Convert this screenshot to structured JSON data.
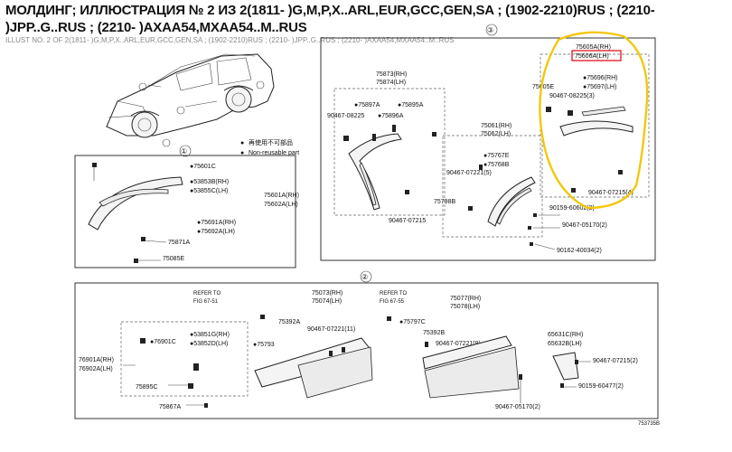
{
  "header": {
    "title": "МОЛДИНГ; ИЛЛЮСТРАЦИЯ № 2 ИЗ 2(1811- )G,M,P,X..ARL,EUR,GCC,GEN,SA ; (1902-2210)RUS ; (2210- )JPP..G..RUS ; (2210- )AXAA54,MXAA54..M..RUS",
    "subtitle": "ILLUST NO. 2 OF 2(1811- )G,M,P,X..ARL,EUR,GCC,GEN,SA ; (1902-2210)RUS ; (2210- )JPP..G..RUS ; (2210- )AXAA54,MXAA54..M..RUS"
  },
  "legend": {
    "reuse_jp": "再使用不可部品",
    "reuse_en": "Non-reusable part"
  },
  "sections": {
    "s1": "①",
    "s2": "②",
    "s3": "③"
  },
  "parts": {
    "p75601C": "●75601C",
    "p53853B": "●53853B(RH)",
    "p53855C": "●53855C(LH)",
    "p75601A": "75601A(RH)",
    "p75602A": "75602A(LH)",
    "p75691A": "●75691A(RH)",
    "p75692A": "●75692A(LH)",
    "p75871A": "75871A",
    "p75085E": "75085E",
    "p75873": "75873(RH)",
    "p75874": "75874(LH)",
    "p75897A": "●75897A",
    "p75895A": "●75895A",
    "p90467_08225a": "90467-08225",
    "p75896A": "●75896A",
    "p75061": "75061(RH)",
    "p75062": "75062(LH)",
    "p75767E": "●75767E",
    "p75768B": "●75768B",
    "p90467_07221a": "90467-07221(5)",
    "p75798B": "75798B",
    "p90467_07215a": "90467-07215",
    "p75605A": "75605A(RH)",
    "p75606A": "75606A(LH)",
    "p75605E": "75605E",
    "p75696": "●75696(RH)",
    "p75697": "●75697(LH)",
    "p90467_08225b": "90467-08225(3)",
    "p90467_07215b": "90467-07215(4)",
    "p90159_60602": "90159-60602(2)",
    "p90467_05170a": "90467-05170(2)",
    "p90162_40034": "90162-40034(2)",
    "refer1a": "REFER TO",
    "refer1b": "FIG 67-51",
    "p75073": "75073(RH)",
    "p75074": "75074(LH)",
    "p75392A": "75392A",
    "p90467_07221b": "90467-07221(11)",
    "p75793": "●75793",
    "refer2a": "REFER TO",
    "refer2b": "FIG 67-55",
    "p75077": "75077(RH)",
    "p75078": "75078(LH)",
    "p75797C": "●75797C",
    "p75392B": "75392B",
    "p90467_07221c": "90467-07221(9)",
    "p53851G": "●53851G(RH)",
    "p76901C": "●76901C",
    "p53852D": "●53852D(LH)",
    "p76901A": "76901A(RH)",
    "p76902A": "76902A(LH)",
    "p75895C": "75895C",
    "p75867A": "75867A",
    "p65631C": "65631C(RH)",
    "p65632B": "65632B(LH)",
    "p90467_07215c": "90467-07215(2)",
    "p90159_60477": "90159-60477(2)",
    "p90467_05170b": "90467-05170(2)",
    "code": "753735B"
  },
  "highlight_color": "#f2c80f",
  "highlight_box_color": "#e0141e"
}
